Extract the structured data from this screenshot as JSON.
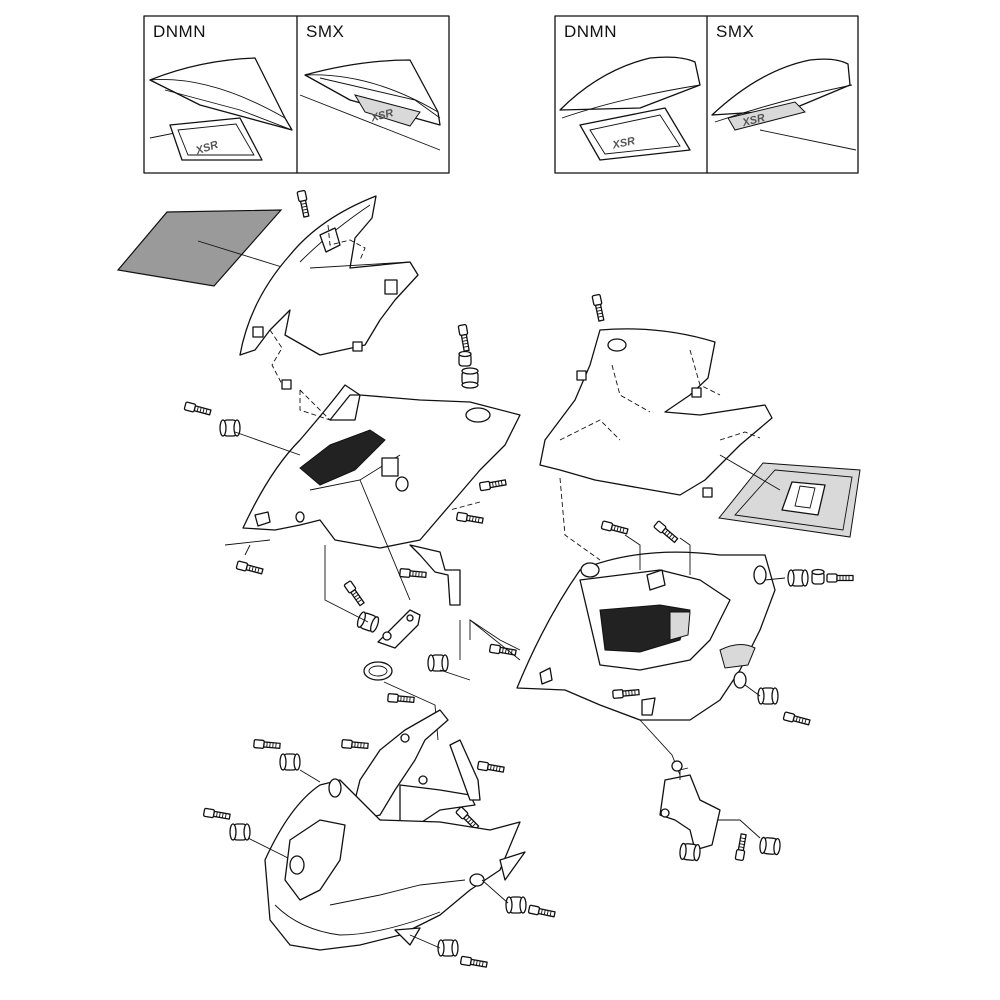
{
  "diagram": {
    "variant_boxes": [
      {
        "left_label": "DNMN",
        "right_label": "SMX"
      },
      {
        "left_label": "DNMN",
        "right_label": "SMX"
      }
    ],
    "emblem_text": "XSR"
  }
}
